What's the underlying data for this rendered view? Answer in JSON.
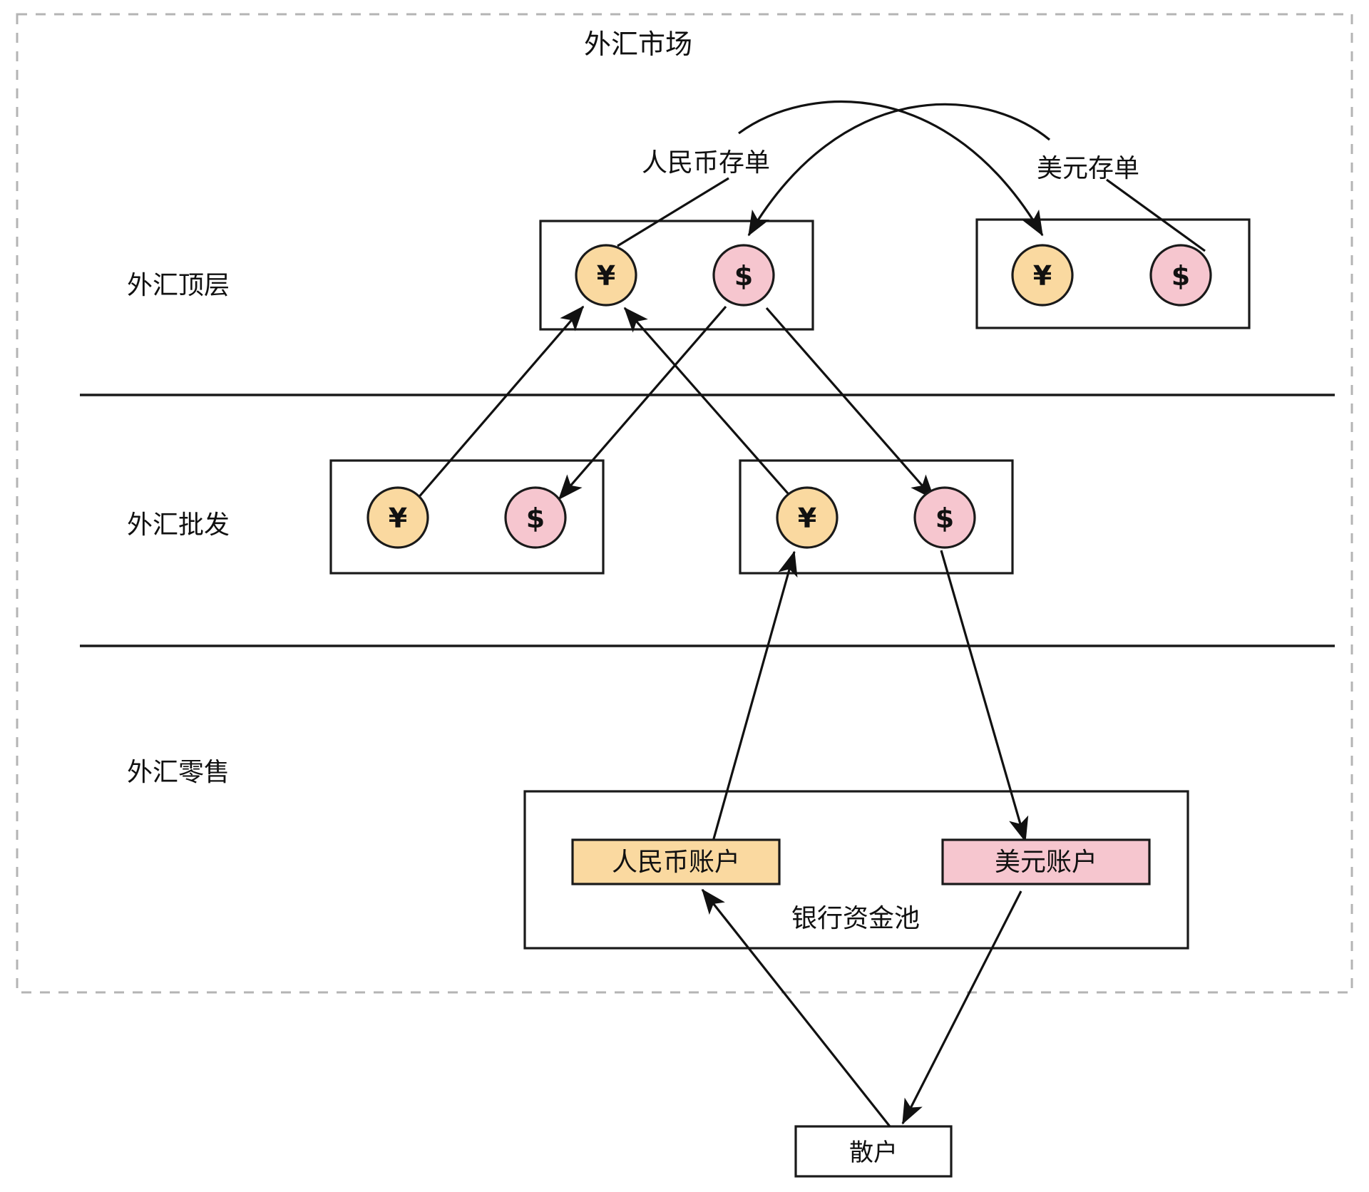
{
  "diagram": {
    "title": "外汇市场",
    "type": "flow-diagram",
    "colors": {
      "cny_fill": "#FAD9A0",
      "usd_fill": "#F6C6CF",
      "stroke": "#1A1A1A",
      "outer_border": "#B4B4B4",
      "background": "#FFFFFF"
    },
    "layers": [
      {
        "id": "top",
        "label": "外汇顶层"
      },
      {
        "id": "wholesale",
        "label": "外汇批发"
      },
      {
        "id": "retail",
        "label": "外汇零售"
      }
    ],
    "annotations": [
      {
        "id": "cny-cd",
        "label": "人民币存单"
      },
      {
        "id": "usd-cd",
        "label": "美元存单"
      }
    ],
    "groups": [
      {
        "id": "top-left",
        "layer": "top",
        "coins": [
          {
            "id": "top-left-cny",
            "symbol": "¥",
            "currency": "CNY"
          },
          {
            "id": "top-left-usd",
            "symbol": "$",
            "currency": "USD"
          }
        ]
      },
      {
        "id": "top-right",
        "layer": "top",
        "coins": [
          {
            "id": "top-right-cny",
            "symbol": "¥",
            "currency": "CNY"
          },
          {
            "id": "top-right-usd",
            "symbol": "$",
            "currency": "USD"
          }
        ]
      },
      {
        "id": "wholesale-left",
        "layer": "wholesale",
        "coins": [
          {
            "id": "ws-left-cny",
            "symbol": "¥",
            "currency": "CNY"
          },
          {
            "id": "ws-left-usd",
            "symbol": "$",
            "currency": "USD"
          }
        ]
      },
      {
        "id": "wholesale-right",
        "layer": "wholesale",
        "coins": [
          {
            "id": "ws-right-cny",
            "symbol": "¥",
            "currency": "CNY"
          },
          {
            "id": "ws-right-usd",
            "symbol": "$",
            "currency": "USD"
          }
        ]
      }
    ],
    "bank_pool": {
      "label": "银行资金池",
      "accounts": [
        {
          "id": "cny-account",
          "label": "人民币账户",
          "fill": "#FAD9A0"
        },
        {
          "id": "usd-account",
          "label": "美元账户",
          "fill": "#F6C6CF"
        }
      ]
    },
    "retail_investor": {
      "id": "retail-investor",
      "label": "散户"
    }
  }
}
